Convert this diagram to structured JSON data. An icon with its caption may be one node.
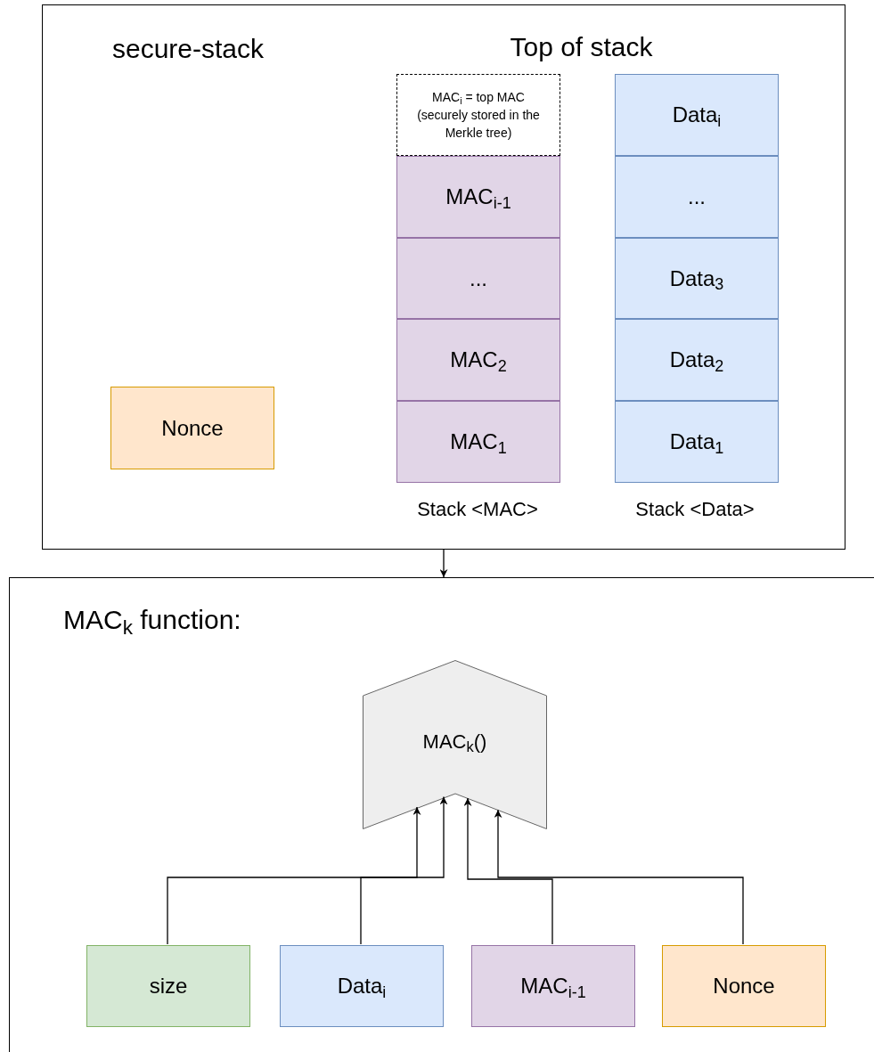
{
  "diagram": {
    "nodes": [
      {
        "text": [
          "secure-stack"
        ]
      },
      {
        "text": [
          "Nonce"
        ],
        "in": 0
      },
      {
        "text": [
          "MAC$_{i}$ = top MAC (securely stored in the Merkle tree)"
        ],
        "in": 0
      },
      {
        "text": [
          "MAC$_{i-1}$"
        ],
        "in": 0
      },
      {
        "text": [
          "..."
        ],
        "in": 0
      },
      {
        "text": [
          "MAC$_{2}$"
        ],
        "in": 0
      },
      {
        "text": [
          "MAC$_{1}$"
        ],
        "in": 0
      },
      {
        "text": [
          "Data$_{i}$"
        ],
        "in": 0
      },
      {
        "text": [
          "..."
        ],
        "in": 0
      },
      {
        "text": [
          "Data$_{3}$"
        ],
        "in": 0
      },
      {
        "text": [
          "Data$_{2}$"
        ],
        "in": 0
      },
      {
        "text": [
          "Data$_{1}$"
        ],
        "in": 0
      },
      {
        "text": [
          "MAC$_{k}$ function:"
        ]
      },
      {
        "text": [
          "MAC$_{k}$()"
        ],
        "in": 12
      },
      {
        "text": [
          "size"
        ],
        "in": 12
      },
      {
        "text": [
          "Data$_{i}$"
        ],
        "in": 12
      },
      {
        "text": [
          "MAC$_{i-1}$"
        ],
        "in": 12
      },
      {
        "text": [
          "Nonce"
        ],
        "in": 12
      }
    ],
    "edges": [
      {
        "from": 0,
        "to": 12,
        "arrow": "to"
      },
      {
        "from": 14,
        "to": 13,
        "arrow": "to"
      },
      {
        "from": 15,
        "to": 13,
        "arrow": "to"
      },
      {
        "from": 16,
        "to": 13,
        "arrow": "to"
      },
      {
        "from": 17,
        "to": 13,
        "arrow": "to"
      }
    ],
    "labels": [
      "Top of stack",
      "Stack <MAC>",
      "Stack <Data>"
    ]
  }
}
